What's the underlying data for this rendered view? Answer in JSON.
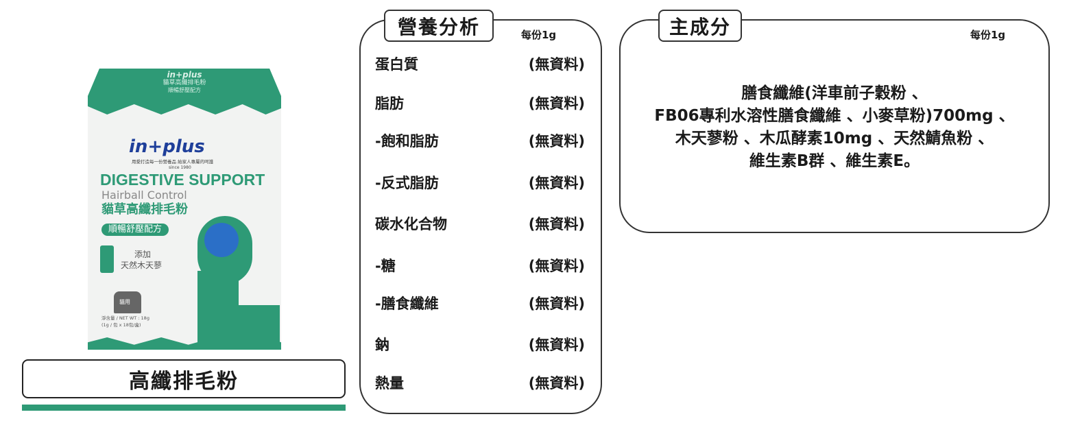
{
  "product": {
    "name": "高纖排毛粉",
    "box": {
      "brand": "in+plus",
      "top_title": "貓草高纖排毛粉",
      "top_sub": "順暢舒壓配方",
      "slogan": "用愛打造每一份營養品 給家人專屬的呵護",
      "since": "since 1980",
      "headline": "DIGESTIVE SUPPORT",
      "subheadline": "Hairball Control",
      "chinese_title": "貓草高纖排毛粉",
      "formula_badge": "順暢舒壓配方",
      "additive_line1": "添加",
      "additive_line2": "天然木天蓼",
      "cat_label": "貓用",
      "net_weight": "淨含量 / NET WT : 18g",
      "pack_info": "(1g / 包 x 18包/盒)"
    },
    "accent_color": "#2e9a76"
  },
  "nutrition": {
    "title": "營養分析",
    "per_serving": "每份1g",
    "rows": [
      {
        "label": "蛋白質",
        "value": "(無資料)"
      },
      {
        "label": "脂肪",
        "value": "(無資料)"
      },
      {
        "label": "-飽和脂肪",
        "value": "(無資料)"
      },
      {
        "label": "-反式脂肪",
        "value": "(無資料)"
      },
      {
        "label": "碳水化合物",
        "value": "(無資料)"
      },
      {
        "label": "-糖",
        "value": "(無資料)"
      },
      {
        "label": "-膳食纖維",
        "value": "(無資料)"
      },
      {
        "label": "鈉",
        "value": "(無資料)"
      },
      {
        "label": "熱量",
        "value": "(無資料)"
      }
    ]
  },
  "ingredients": {
    "title": "主成分",
    "per_serving": "每份1g",
    "lines": [
      "膳食纖維(洋車前子穀粉 、",
      "FB06專利水溶性膳食纖維 、小麥草粉)700mg 、",
      "木天蓼粉 、木瓜酵素10mg 、天然鯖魚粉 、",
      "維生素B群 、維生素E。"
    ]
  }
}
